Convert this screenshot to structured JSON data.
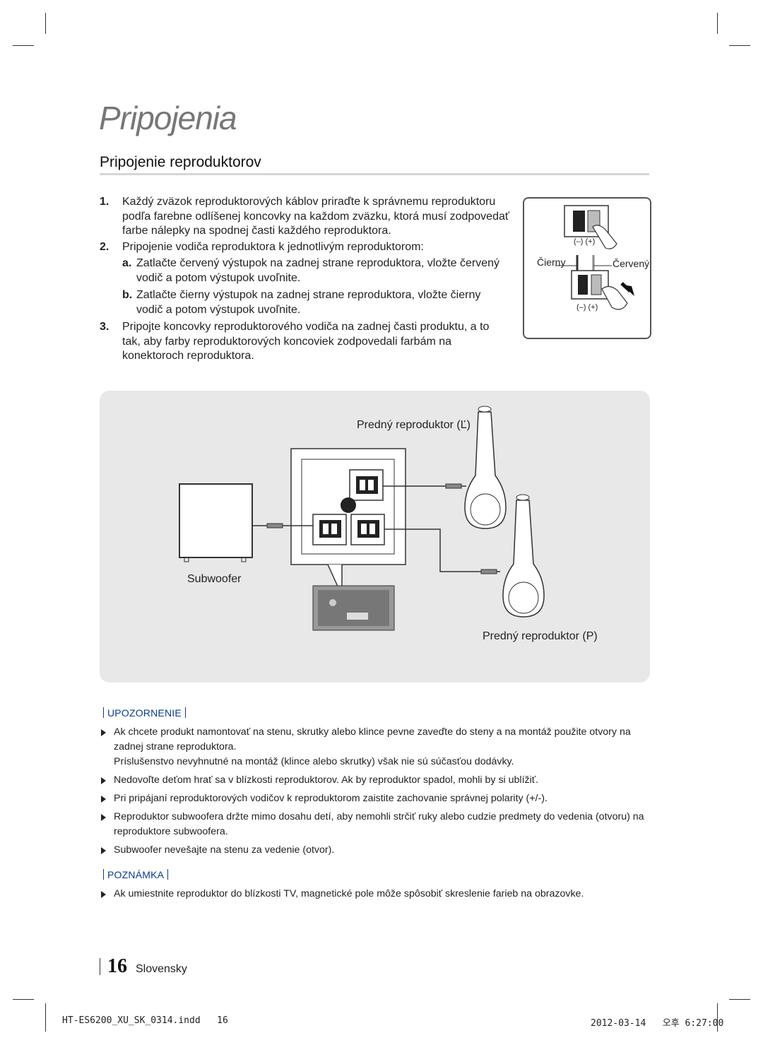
{
  "chapter_title": "Pripojenia",
  "section_title": "Pripojenie reproduktorov",
  "steps": [
    {
      "num": "1.",
      "text": "Každý zväzok reproduktorových káblov priraďte k správnemu reproduktoru podľa farebne odlíšenej koncovky na každom zväzku, ktorá musí zodpovedať farbe nálepky na spodnej časti každého reproduktora."
    },
    {
      "num": "2.",
      "text": "Pripojenie vodiča reproduktora k jednotlivým reproduktorom:",
      "subs": [
        {
          "letter": "a.",
          "text": "Zatlačte červený výstupok na zadnej strane reproduktora, vložte červený vodič a potom výstupok uvoľnite."
        },
        {
          "letter": "b.",
          "text": "Zatlačte čierny výstupok na zadnej strane reproduktora, vložte čierny vodič a potom výstupok uvoľnite."
        }
      ]
    },
    {
      "num": "3.",
      "text": "Pripojte koncovky reproduktorového vodiča na zadnej časti produktu, a to tak, aby farby reproduktorových koncoviek zodpovedali farbám na konektoroch reproduktora."
    }
  ],
  "inset": {
    "label_black": "Čierny",
    "label_red": "Červený",
    "polarity_top": "(–) (+)",
    "polarity_bottom": "(–) (+)"
  },
  "diagram": {
    "label_front_left": "Predný reproduktor (Ľ)",
    "label_subwoofer": "Subwoofer",
    "label_front_right": "Predný reproduktor (P)"
  },
  "caution": {
    "heading": "UPOZORNENIE",
    "items": [
      {
        "text": "Ak chcete produkt namontovať na stenu, skrutky alebo klince pevne zaveďte do steny a na montáž použite otvory na zadnej strane reproduktora.",
        "continuation": "Príslušenstvo nevyhnutné na montáž (klince alebo skrutky) však nie sú súčasťou dodávky."
      },
      {
        "text": "Nedovoľte deťom hrať sa v blízkosti reproduktorov. Ak by reproduktor spadol, mohli by si ublížiť."
      },
      {
        "text": "Pri pripájaní reproduktorových vodičov k reproduktorom zaistite zachovanie správnej polarity (+/-)."
      },
      {
        "text": "Reproduktor subwoofera držte mimo dosahu detí, aby nemohli strčiť ruky alebo cudzie predmety do vedenia (otvoru) na reproduktore subwoofera."
      },
      {
        "text": "Subwoofer nevešajte na stenu za vedenie (otvor)."
      }
    ]
  },
  "note": {
    "heading": "POZNÁMKA",
    "items": [
      {
        "text": "Ak umiestnite reproduktor do blízkosti TV, magnetické pole môže spôsobiť skreslenie farieb na obrazovke."
      }
    ]
  },
  "footer": {
    "page_number": "16",
    "language": "Slovensky",
    "print_file": "HT-ES6200_XU_SK_0314.indd   16",
    "print_date": "2012-03-14   오후 6:27:00"
  }
}
